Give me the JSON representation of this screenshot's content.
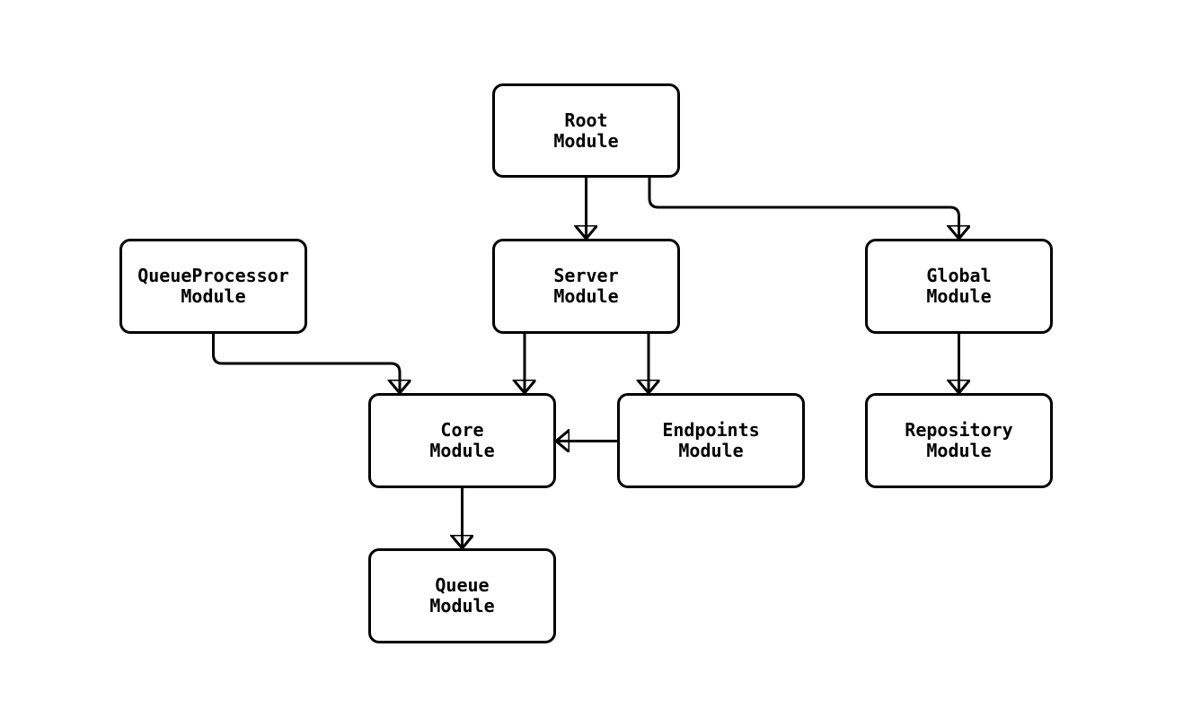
{
  "diagram": {
    "type": "flowchart",
    "direction": "top-down",
    "background_color": "#ffffff",
    "node_fill_color": "#ffffff",
    "node_border_color": "#000000",
    "edge_color": "#000000",
    "text_color": "#000000",
    "nodes": [
      {
        "id": "root",
        "label": "Root\nModule"
      },
      {
        "id": "queueprocessor",
        "label": "QueueProcessor\nModule"
      },
      {
        "id": "server",
        "label": "Server\nModule"
      },
      {
        "id": "global",
        "label": "Global\nModule"
      },
      {
        "id": "core",
        "label": "Core\nModule"
      },
      {
        "id": "endpoints",
        "label": "Endpoints\nModule"
      },
      {
        "id": "repository",
        "label": "Repository\nModule"
      },
      {
        "id": "queue",
        "label": "Queue\nModule"
      }
    ],
    "edges": [
      {
        "from": "root",
        "to": "server"
      },
      {
        "from": "root",
        "to": "global"
      },
      {
        "from": "queueprocessor",
        "to": "core"
      },
      {
        "from": "server",
        "to": "core"
      },
      {
        "from": "server",
        "to": "endpoints"
      },
      {
        "from": "endpoints",
        "to": "core"
      },
      {
        "from": "global",
        "to": "repository"
      },
      {
        "from": "core",
        "to": "queue"
      }
    ]
  }
}
